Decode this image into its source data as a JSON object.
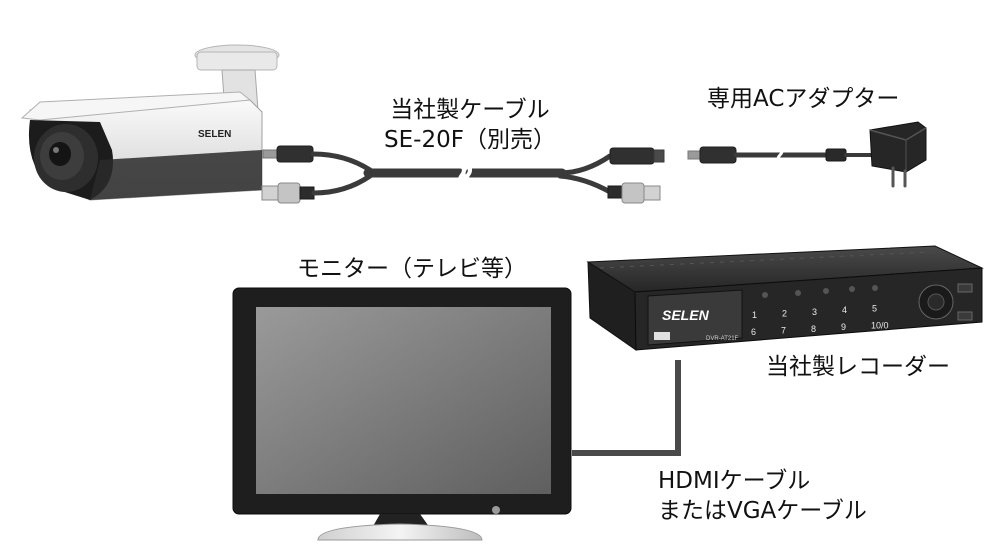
{
  "camera": {
    "brand": "SELEN"
  },
  "cable": {
    "line1": "当社製ケーブル",
    "line2": "SE-20F（別売）"
  },
  "adapter": {
    "label": "専用ACアダプター"
  },
  "monitor": {
    "label": "モニター（テレビ等）"
  },
  "recorder": {
    "label": "当社製レコーダー",
    "brand": "SELEN",
    "model": "DVR-AT21F",
    "keys": [
      "1",
      "2",
      "3",
      "4",
      "5",
      "6",
      "7",
      "8",
      "9",
      "10/0"
    ]
  },
  "video_cable": {
    "line1": "HDMIケーブル",
    "line2": "またはVGAケーブル"
  },
  "colors": {
    "cable": "#3a3a3a",
    "monitor_frame": "#1e1e1e",
    "screen": "#7a7a7a",
    "camera_body": "#efefef"
  }
}
